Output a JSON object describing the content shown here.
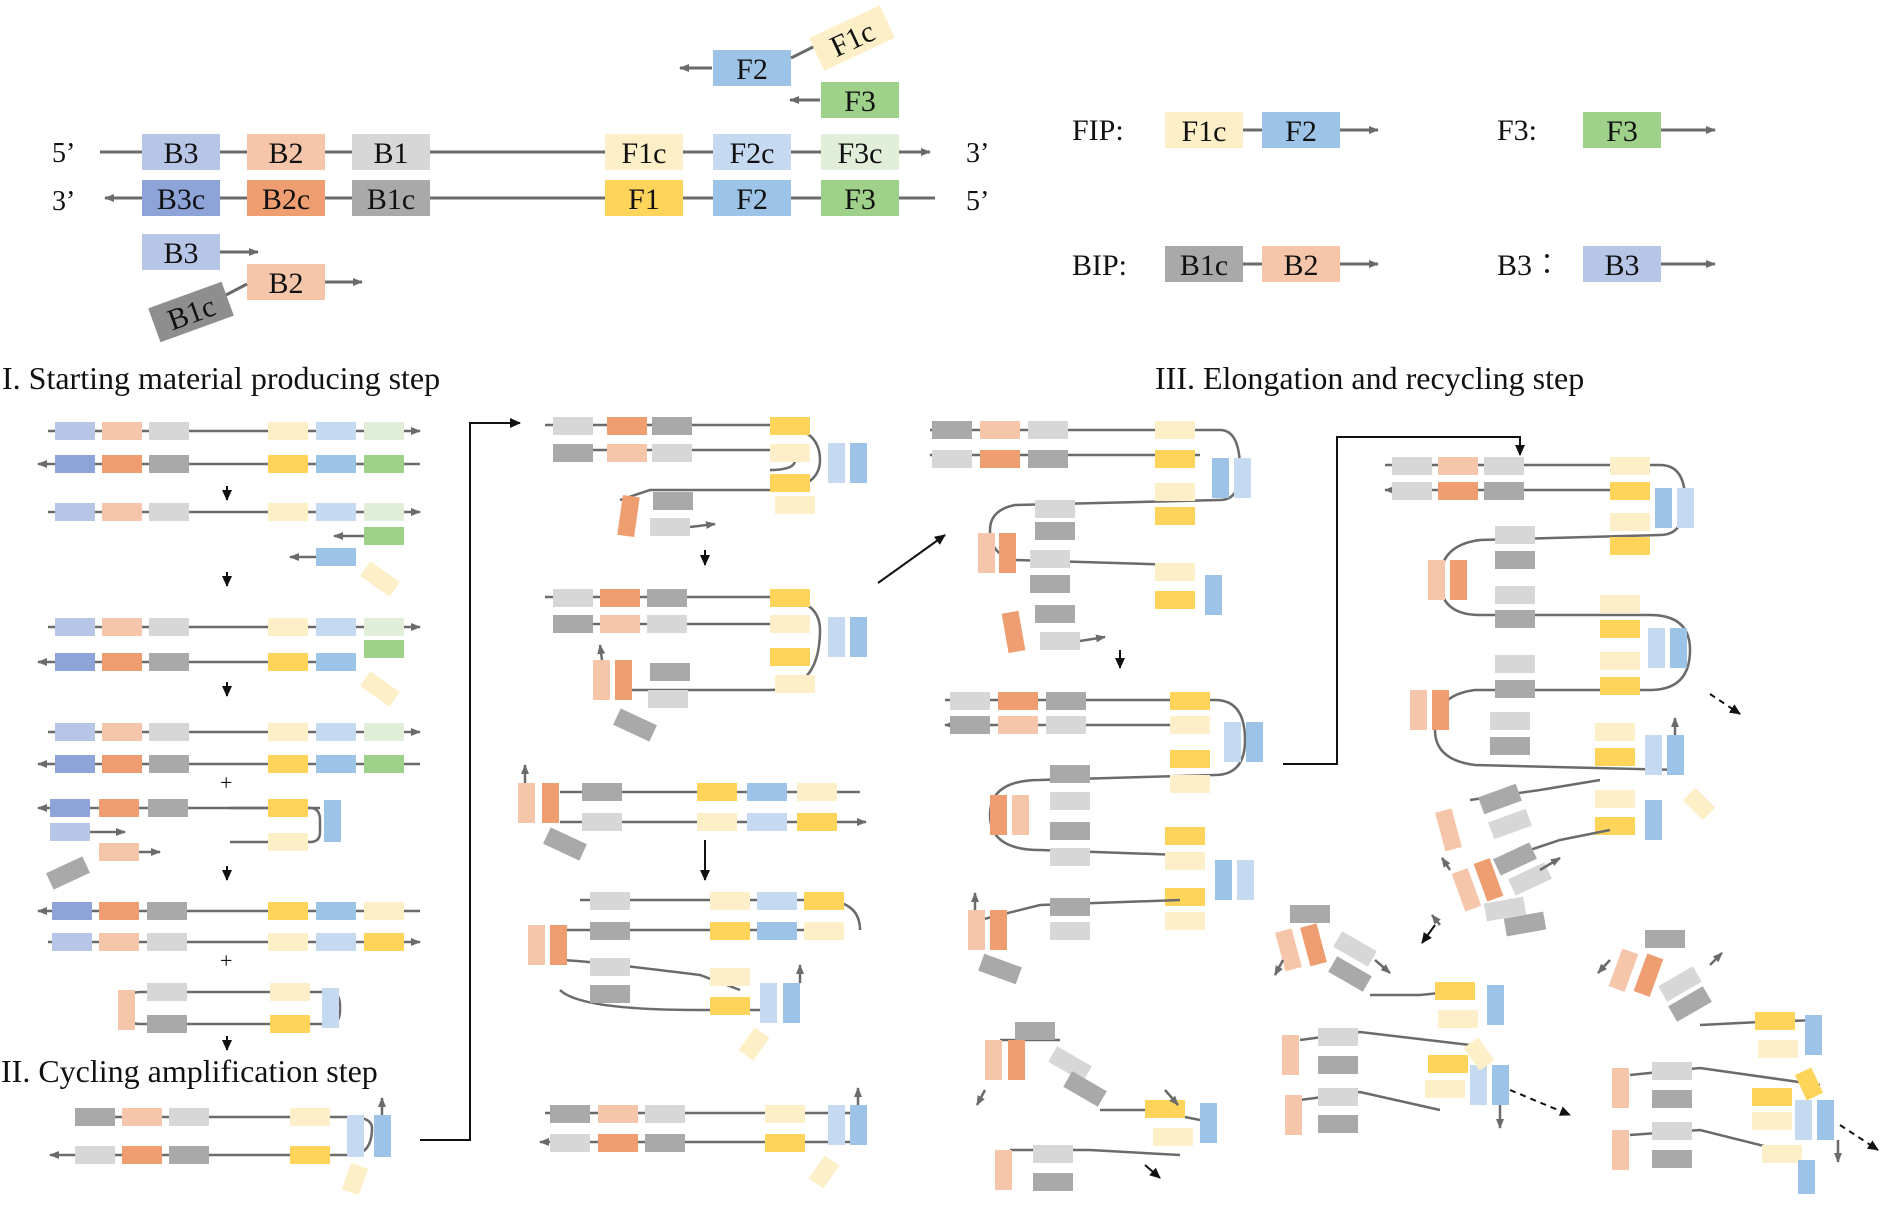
{
  "colors": {
    "B3": "#b7c6e6",
    "B3c": "#8ea3d8",
    "B2": "#f6c6ab",
    "B2c": "#ee9e70",
    "B1": "#d7d7d7",
    "B1c": "#a9a9a9",
    "B1c_dark": "#8e8e8e",
    "F1c": "#fdf0c8",
    "F1": "#ffd45a",
    "F2c": "#c5daf1",
    "F2": "#9dc3e6",
    "F3c": "#e1efda",
    "F3": "#9fd18a",
    "line": "#6b6b6b",
    "arrow": "#111111"
  },
  "top_diagram": {
    "end_5_top": "5’",
    "end_3_top": "3’",
    "end_3_bottom": "3’",
    "end_5_bottom": "5’",
    "top_strand": [
      "B3",
      "B2",
      "B1",
      "F1c",
      "F2c",
      "F3c"
    ],
    "bottom_strand": [
      "B3c",
      "B2c",
      "B1c",
      "F1",
      "F2",
      "F3"
    ],
    "primer_F2": "F2",
    "primer_F1c": "F1c",
    "primer_F3": "F3",
    "primer_B3": "B3",
    "primer_B2": "B2",
    "primer_B1c": "B1c"
  },
  "legend": {
    "fip_label": "FIP:",
    "fip_parts": [
      "F1c",
      "F2"
    ],
    "bip_label": "BIP:",
    "bip_parts": [
      "B1c",
      "B2"
    ],
    "f3_label": "F3:",
    "f3_part": "F3",
    "b3_label": "B3︰",
    "b3_part": "B3"
  },
  "steps": {
    "step1": "I. Starting material producing step",
    "step2": "II. Cycling amplification step",
    "step3": "III. Elongation and recycling step",
    "plus": "+"
  }
}
